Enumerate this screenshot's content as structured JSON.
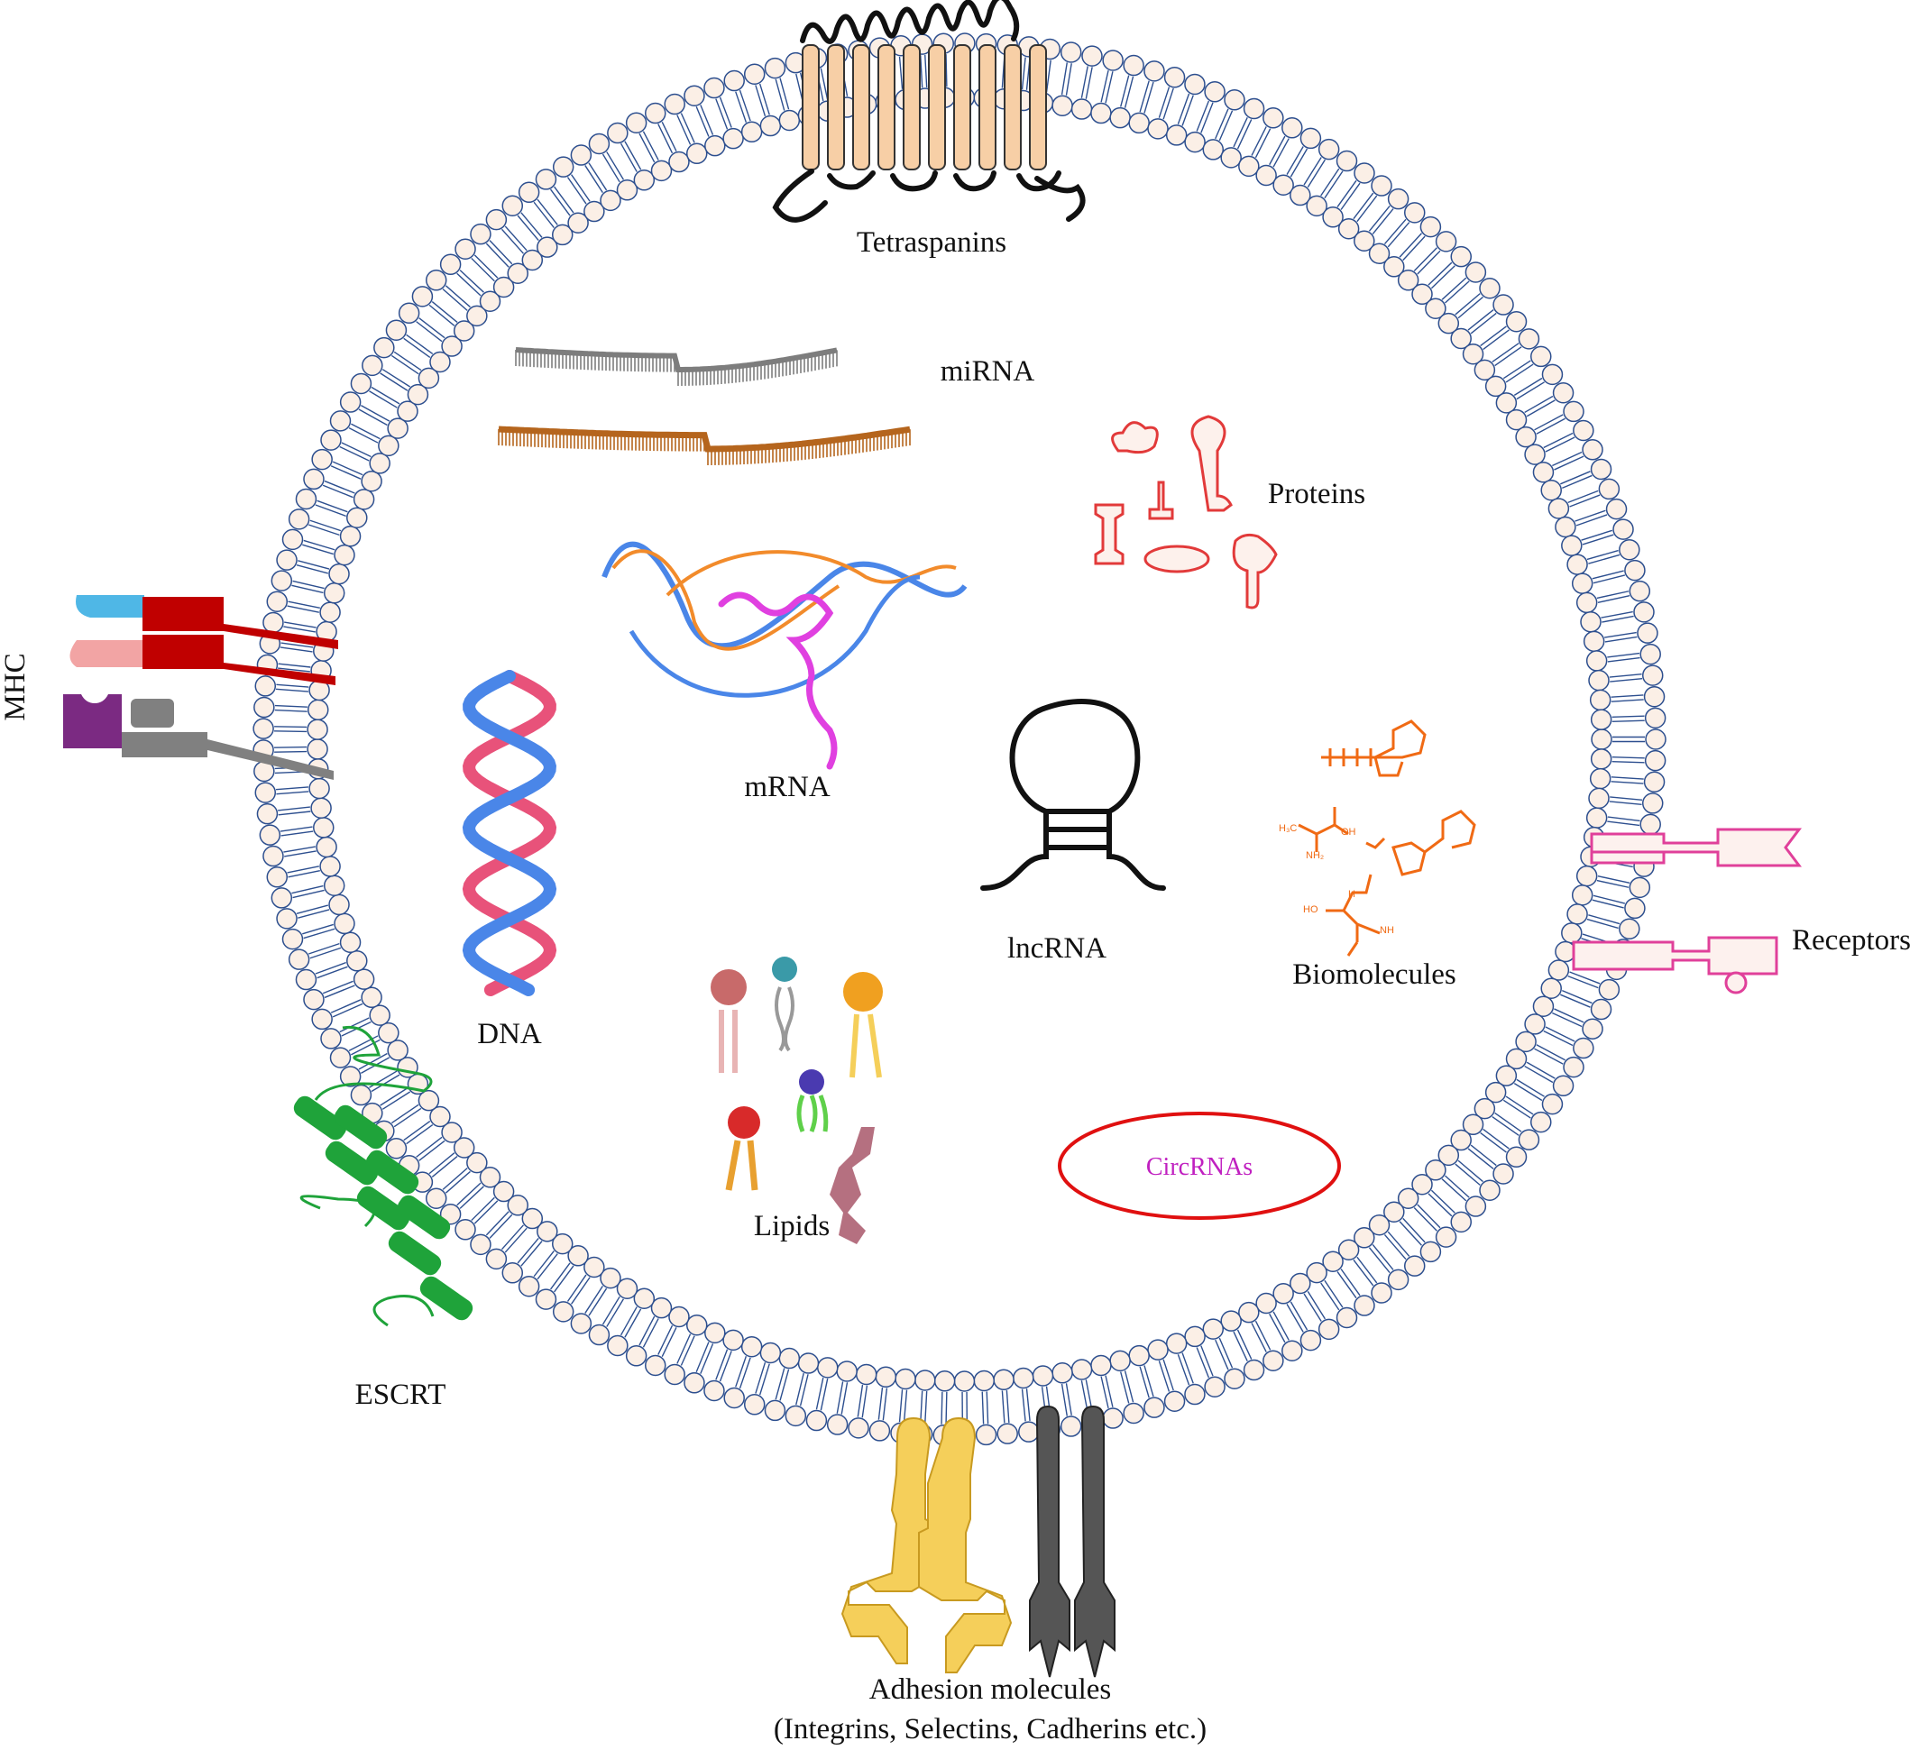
{
  "labels": {
    "tetraspanins": "Tetraspanins",
    "mirna": "miRNA",
    "proteins": "Proteins",
    "mrna": "mRNA",
    "mhc": "MHC",
    "dna": "DNA",
    "lncrna": "lncRNA",
    "biomolecules": "Biomolecules",
    "receptors": "Receptors",
    "lipids": "Lipids",
    "circrnas": "CircRNAs",
    "escrt": "ESCRT",
    "adhesion_title": "Adhesion molecules",
    "adhesion_examples": "(Integrins, Selectins, Cadherins etc.)"
  },
  "chem_labels": {
    "h3c": "H₃C",
    "oh": "OH",
    "nh2": "NH₂",
    "ho": "HO",
    "h": "H",
    "nh": "NH"
  },
  "colors": {
    "membrane_outline": "#2d4f8f",
    "lipid_head_fill": "#fbefe6",
    "tetraspanin": "#f7cfa6",
    "mirna_strand": "#7d7d7d",
    "mrna_strand": "#b5651d",
    "dna_pink": "#e8527a",
    "dna_blue": "#4a86e8",
    "mrna_orange": "#f28b2b",
    "mrna_magenta": "#e040e0",
    "proteins": "#e23a3a",
    "biomolecules": "#f06a14",
    "receptors": "#e0409a",
    "circrna_ring": "#e01010",
    "circrna_text": "#c020c0",
    "escrt": "#1fa33a",
    "mhc_red": "#c00000",
    "mhc_cyan": "#4fb7e6",
    "mhc_pink": "#f2a4a4",
    "mhc_purple": "#7b2a82",
    "mhc_gray": "#808080",
    "integrin_yellow": "#f5cf5a",
    "cadherin_gray": "#555555"
  },
  "icons": [
    "tetraspanin-protein",
    "mirna-strand",
    "mrna-helix",
    "dna-double-helix",
    "lncrna-hairpin",
    "protein-shapes",
    "biomolecule-structures",
    "lipid-molecules",
    "circrna-ring",
    "mhc-complex",
    "receptor-proteins",
    "escrt-complex",
    "integrin-protein",
    "cadherin-protein"
  ]
}
